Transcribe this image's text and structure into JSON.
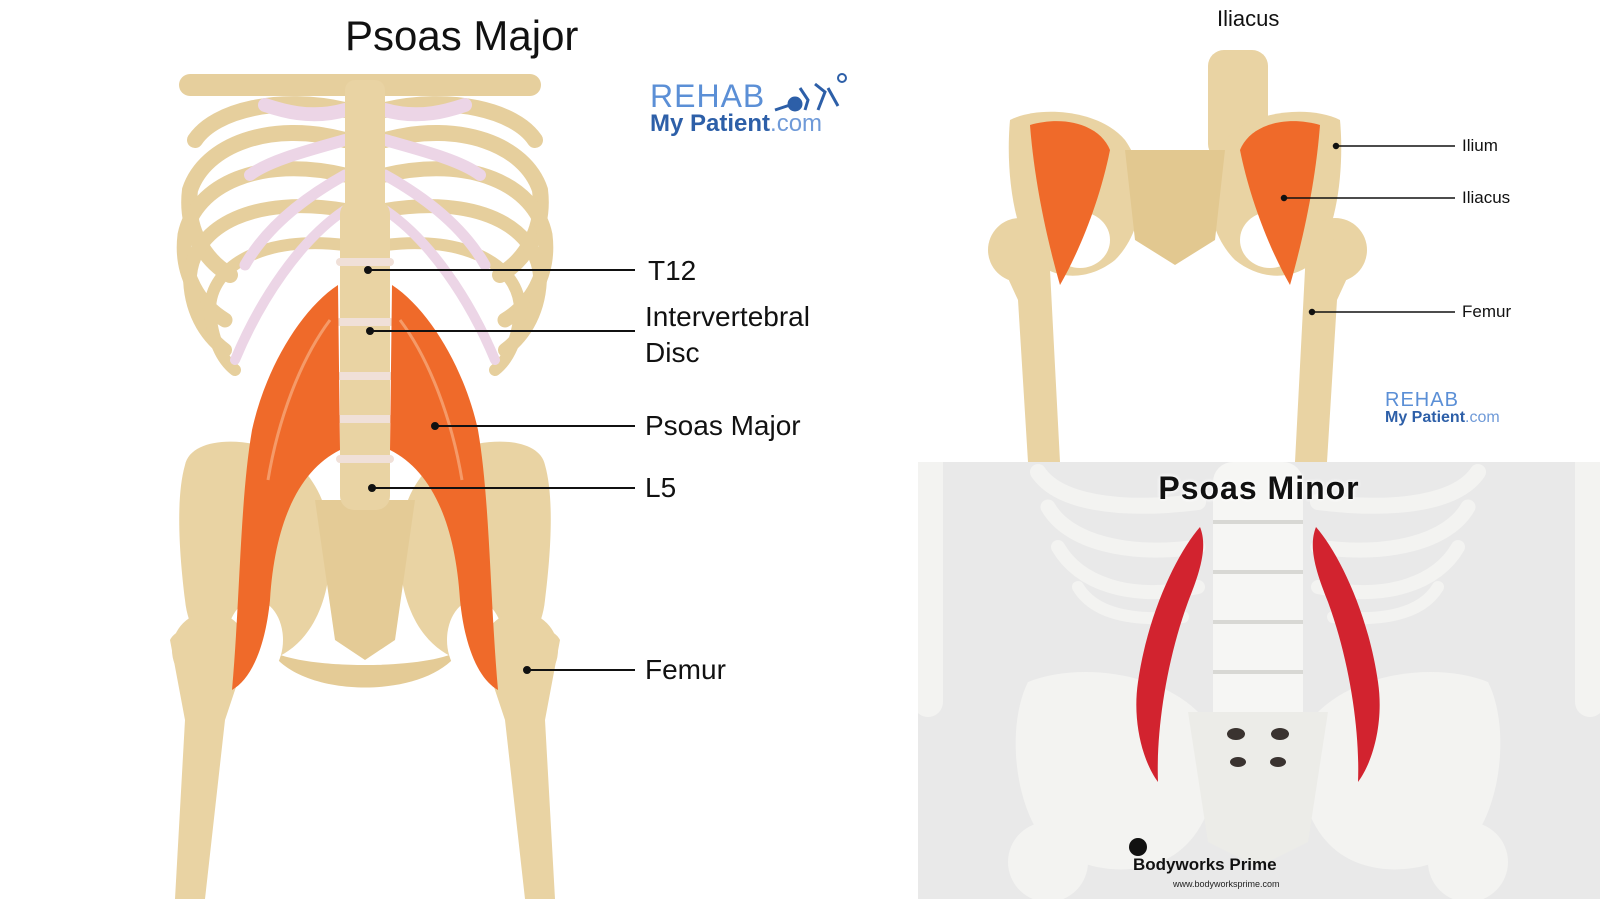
{
  "psoas_major": {
    "title": "Psoas Major",
    "labels": {
      "t12": "T12",
      "disc_1": "Intervertebral",
      "disc_2": "Disc",
      "psoas_major": "Psoas Major",
      "l5": "L5",
      "femur": "Femur"
    },
    "logo": {
      "line1": "REHAB",
      "line2a": "My Patient",
      "line2b": ".com"
    }
  },
  "iliacus": {
    "title": "Iliacus",
    "labels": {
      "ilium": "Ilium",
      "iliacus": "Iliacus",
      "femur": "Femur"
    },
    "logo": {
      "line1": "REHAB",
      "line2a": "My Patient",
      "line2b": ".com"
    }
  },
  "psoas_minor": {
    "title": "Psoas Minor",
    "credit": "Bodyworks Prime",
    "credit_url": "www.bodyworksprime.com"
  },
  "colors": {
    "bone": "#e9d3a3",
    "muscle_major": "#ef6a2a",
    "muscle_minor": "#d2232f",
    "bone_minor": "#f3f3f1"
  }
}
